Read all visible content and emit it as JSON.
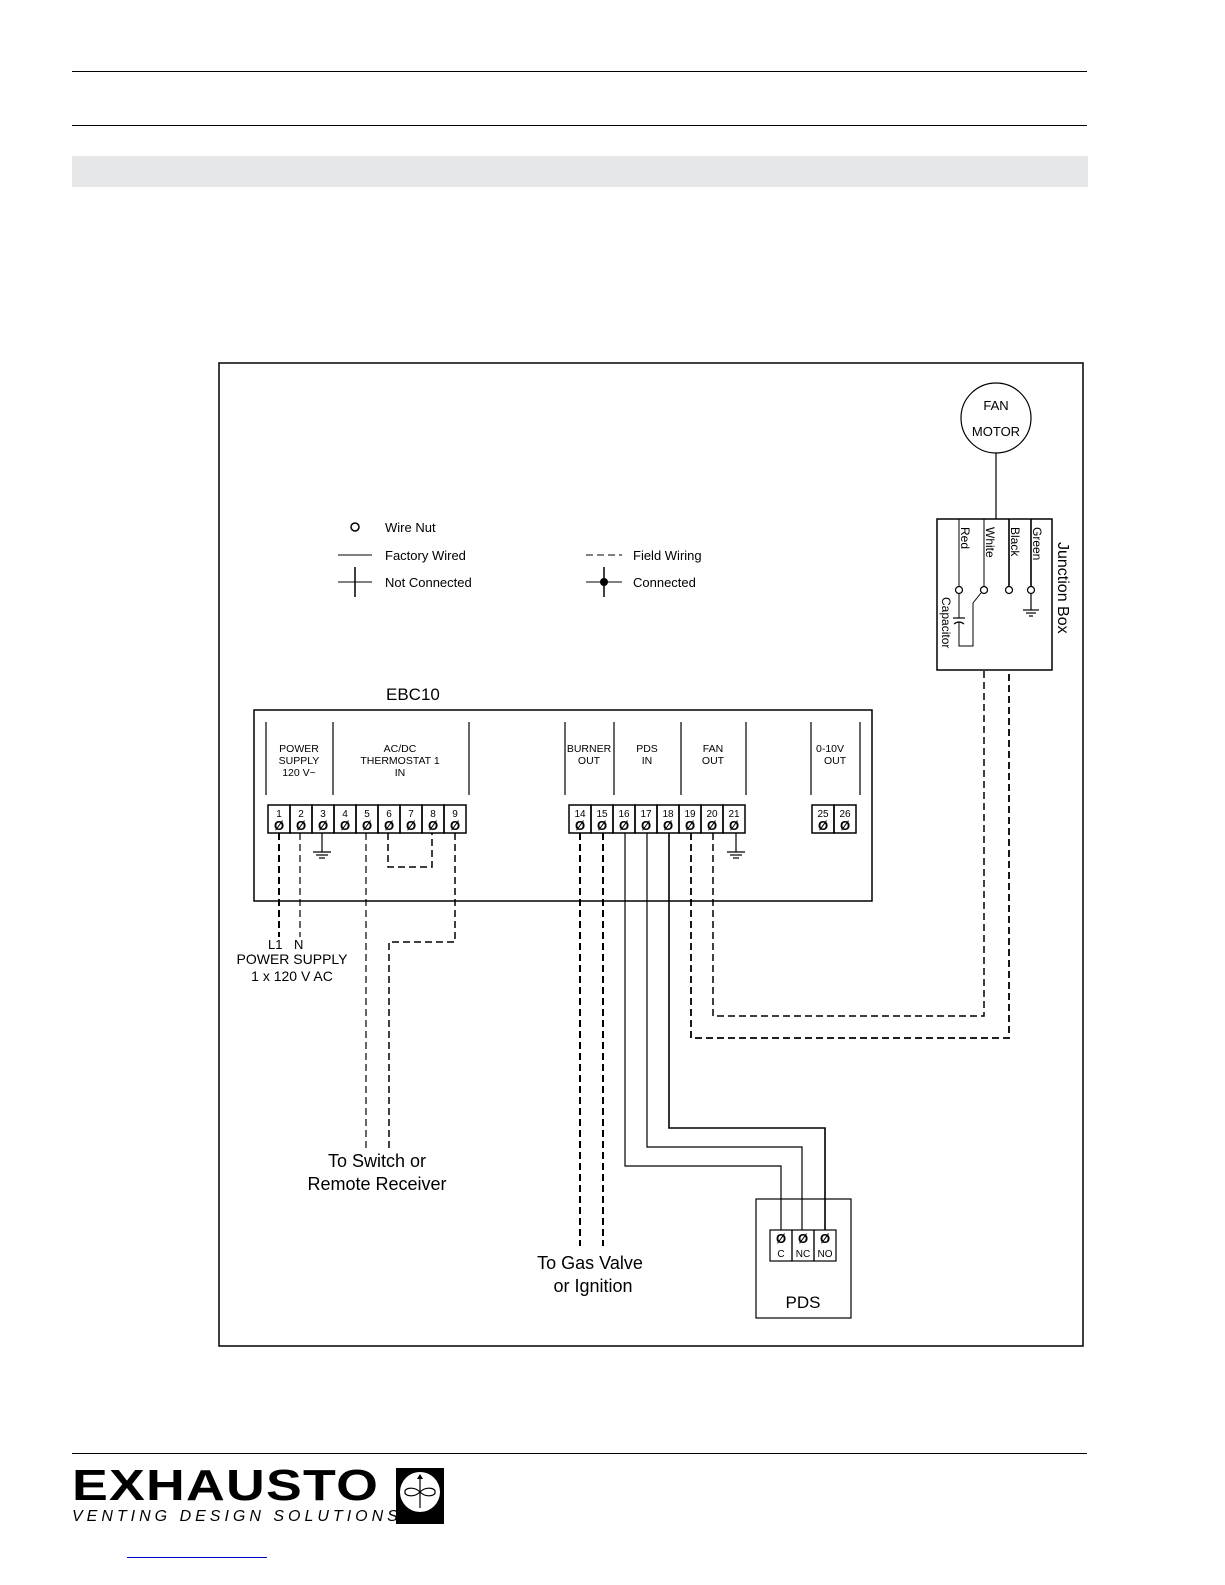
{
  "legend": {
    "wire_nut": "Wire Nut",
    "factory_wired": "Factory Wired",
    "not_connected": "Not Connected",
    "field_wiring": "Field Wiring",
    "connected": "Connected"
  },
  "controller": {
    "title": "EBC10",
    "groups": [
      {
        "lines": [
          "POWER",
          "SUPPLY",
          "120 V~"
        ]
      },
      {
        "lines": [
          "AC/DC",
          "THERMOSTAT 1",
          "IN"
        ]
      },
      {
        "lines": [
          "BURNER",
          "OUT"
        ]
      },
      {
        "lines": [
          "PDS",
          "IN"
        ]
      },
      {
        "lines": [
          "FAN",
          "OUT"
        ]
      },
      {
        "lines": [
          "0-10V",
          "OUT"
        ]
      }
    ],
    "terminals_left": [
      "1",
      "2",
      "3",
      "4",
      "5",
      "6",
      "7",
      "8",
      "9"
    ],
    "terminals_mid": [
      "14",
      "15",
      "16",
      "17",
      "18",
      "19",
      "20",
      "21"
    ],
    "terminals_right": [
      "25",
      "26"
    ]
  },
  "power_supply": {
    "l1": "L1",
    "n": "N",
    "line1": "POWER SUPPLY",
    "line2": "1 x 120 V AC"
  },
  "switch_label": {
    "line1": "To Switch or",
    "line2": "Remote Receiver"
  },
  "gas_label": {
    "line1": "To Gas Valve",
    "line2": "or Ignition"
  },
  "fan_motor": {
    "line1": "FAN",
    "line2": "MOTOR"
  },
  "junction_box": {
    "title": "Junction Box",
    "wires": [
      "Red",
      "White",
      "Black",
      "Green"
    ],
    "capacitor": "Capacitor"
  },
  "pds": {
    "title": "PDS",
    "terminals": [
      "C",
      "NC",
      "NO"
    ]
  },
  "footer": {
    "brand": "EXHAUSTO",
    "tagline": "VENTING DESIGN SOLUTIONS",
    "badge_text": "EXHAUSTO"
  }
}
